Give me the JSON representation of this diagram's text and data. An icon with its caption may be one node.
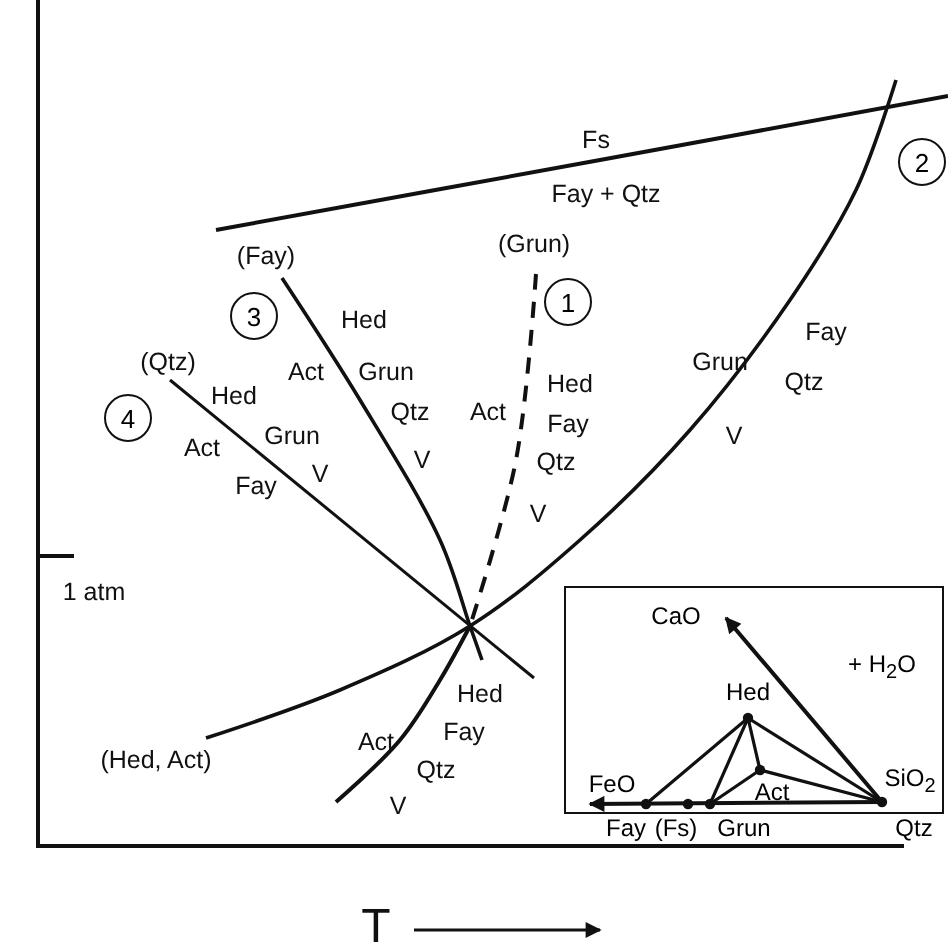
{
  "diagram": {
    "nodes": [
      {
        "text": [
          "2"
        ]
      },
      {
        "text": [
          "1"
        ]
      },
      {
        "text": [
          "3"
        ]
      },
      {
        "text": [
          "4"
        ]
      },
      {
        "text": [
          "CaO",
          "+ H$_{2}$O",
          "Hed",
          "FeO",
          "Act",
          "SiO$_{2}$",
          "Fay",
          "(Fs)",
          "Grun",
          "Qtz"
        ]
      }
    ],
    "edges": [],
    "labels": [
      "Fs",
      "Fay + Qtz",
      "(Grun)",
      "(Fay)",
      "Hed",
      "Fay",
      "(Qtz)",
      "Act",
      "Grun",
      "Grun",
      "Hed",
      "Hed",
      "Qtz",
      "Act",
      "Fay",
      "Qtz",
      "Grun",
      "Act",
      "Fay",
      "V",
      "Qtz",
      "V",
      "V",
      "V",
      "1 atm",
      "Hed",
      "Act",
      "Fay",
      "(Hed, Act)",
      "Qtz",
      "V",
      "T"
    ]
  }
}
